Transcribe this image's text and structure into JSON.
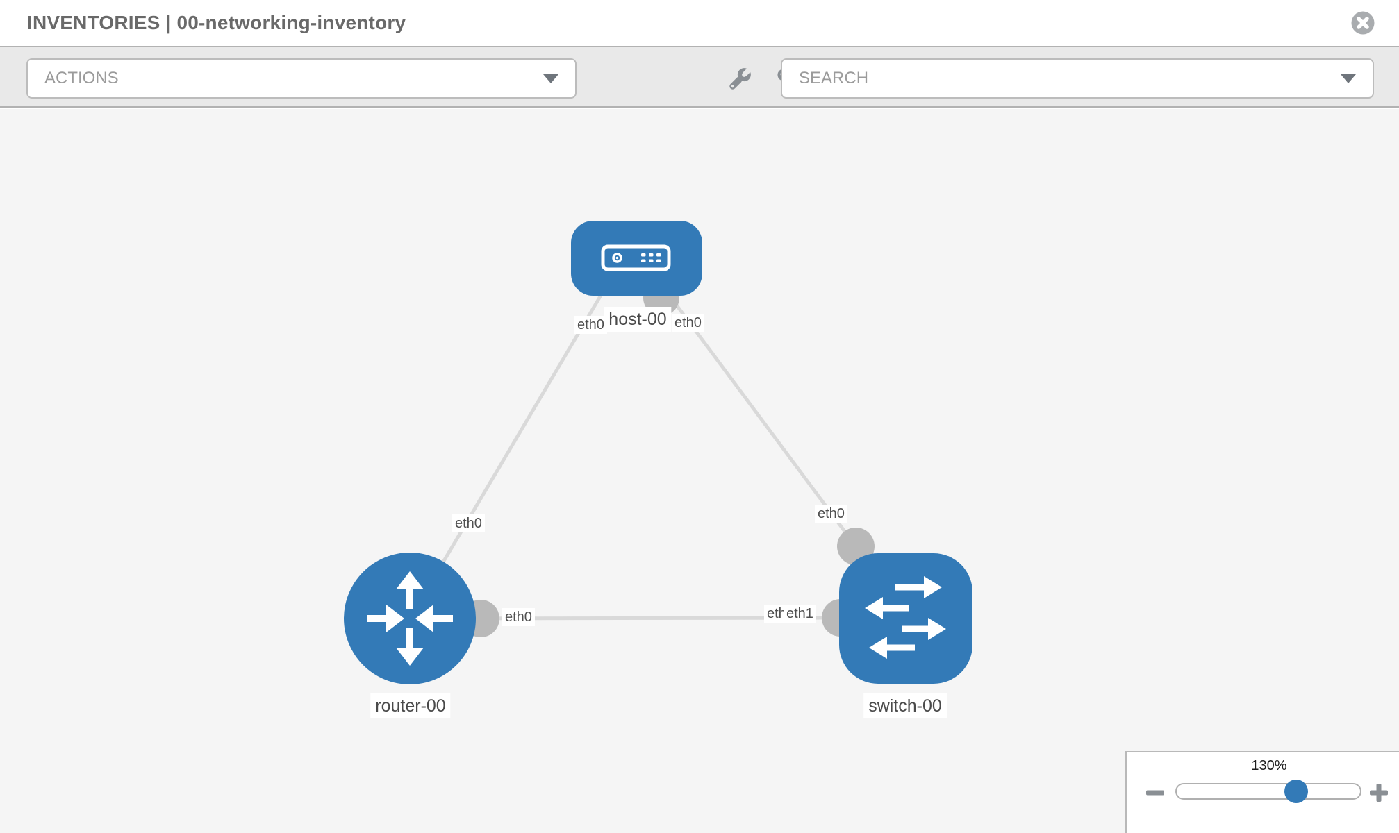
{
  "window": {
    "title": "INVENTORIES | 00-networking-inventory"
  },
  "toolbar": {
    "actions_placeholder": "ACTIONS",
    "search_placeholder": "SEARCH"
  },
  "canvas": {
    "nodes": [
      {
        "id": "host-00",
        "type": "host",
        "label": "host-00"
      },
      {
        "id": "router-00",
        "type": "router",
        "label": "router-00"
      },
      {
        "id": "switch-00",
        "type": "switch",
        "label": "switch-00"
      }
    ],
    "links": [
      {
        "source": "host-00",
        "target": "router-00",
        "source_interface": "eth0",
        "target_interface": "eth0"
      },
      {
        "source": "host-00",
        "target": "switch-00",
        "source_interface": "eth0",
        "target_interface": "eth0"
      },
      {
        "source": "router-00",
        "target": "switch-00",
        "source_interface": "eth0",
        "target_interfaces": [
          "eth0",
          "eth1"
        ]
      }
    ]
  },
  "zoom": {
    "level": "130%"
  },
  "colors": {
    "node_blue": "#337ab7",
    "link_gray": "#d9d9d9",
    "port_gray": "#b9b9b9",
    "canvas_bg": "#f5f5f5",
    "toolbar_bg": "#e9e9e9"
  }
}
